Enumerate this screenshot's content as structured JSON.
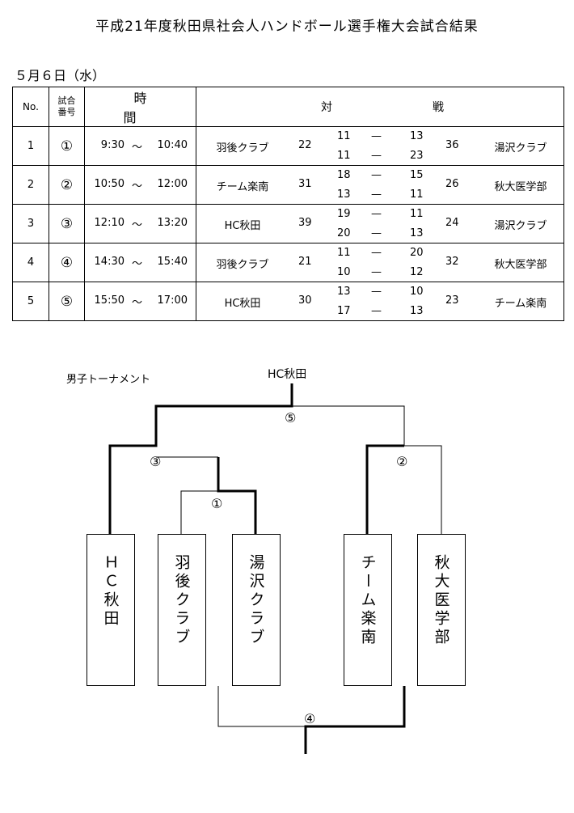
{
  "title": "平成21年度秋田県社会人ハンドボール選手権大会試合結果",
  "date": "５月６日（水）",
  "table": {
    "headers": {
      "no": "No.",
      "game_no_1": "試合",
      "game_no_2": "番号",
      "time": "時 間",
      "vs_1": "対",
      "vs_2": "戦"
    },
    "rows": [
      {
        "no": "1",
        "game": "①",
        "start": "9:30",
        "sep": "～",
        "end": "10:40",
        "team_a": "羽後クラブ",
        "score_a": "22",
        "h1a": "11",
        "dash": "—",
        "h1b": "13",
        "h2a": "11",
        "h2b": "23",
        "score_b": "36",
        "team_b": "湯沢クラブ"
      },
      {
        "no": "2",
        "game": "②",
        "start": "10:50",
        "sep": "～",
        "end": "12:00",
        "team_a": "チーム楽南",
        "score_a": "31",
        "h1a": "18",
        "dash": "—",
        "h1b": "15",
        "h2a": "13",
        "h2b": "11",
        "score_b": "26",
        "team_b": "秋大医学部"
      },
      {
        "no": "3",
        "game": "③",
        "start": "12:10",
        "sep": "～",
        "end": "13:20",
        "team_a": "HC秋田",
        "score_a": "39",
        "h1a": "19",
        "dash": "—",
        "h1b": "11",
        "h2a": "20",
        "h2b": "13",
        "score_b": "24",
        "team_b": "湯沢クラブ"
      },
      {
        "no": "4",
        "game": "④",
        "start": "14:30",
        "sep": "～",
        "end": "15:40",
        "team_a": "羽後クラブ",
        "score_a": "21",
        "h1a": "11",
        "dash": "—",
        "h1b": "20",
        "h2a": "10",
        "h2b": "12",
        "score_b": "32",
        "team_b": "秋大医学部"
      },
      {
        "no": "5",
        "game": "⑤",
        "start": "15:50",
        "sep": "～",
        "end": "17:00",
        "team_a": "HC秋田",
        "score_a": "30",
        "h1a": "13",
        "dash": "—",
        "h1b": "10",
        "h2a": "17",
        "h2b": "13",
        "score_b": "23",
        "team_b": "チーム楽南"
      }
    ]
  },
  "bracket": {
    "heading": "男子トーナメント",
    "winner": "HC秋田",
    "teams": [
      "ＨＣ秋田",
      "羽後クラブ",
      "湯沢クラブ",
      "チーム楽南",
      "秋大医学部"
    ],
    "game_labels": {
      "g1": "①",
      "g2": "②",
      "g3": "③",
      "g4": "④",
      "g5": "⑤"
    }
  }
}
